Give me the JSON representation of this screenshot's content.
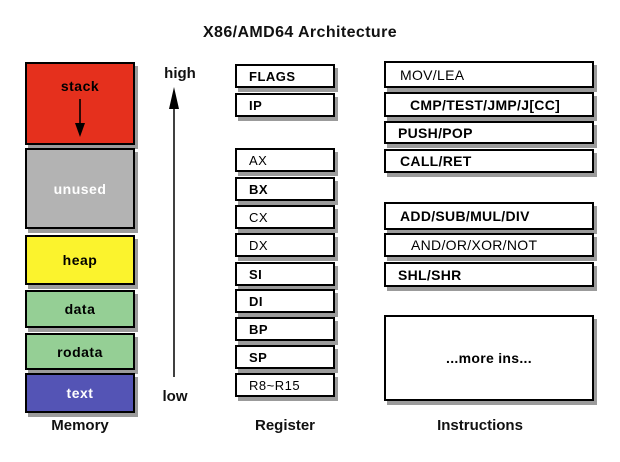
{
  "title": "X86/AMD64 Architecture",
  "memory": {
    "caption": "Memory",
    "segments": [
      {
        "label": "stack",
        "color": "#e5301d",
        "text_color": "#000000"
      },
      {
        "label": "unused",
        "color": "#b3b3b3",
        "text_color": "#ffffff"
      },
      {
        "label": "heap",
        "color": "#fbf32d",
        "text_color": "#000000"
      },
      {
        "label": "data",
        "color": "#95cf95",
        "text_color": "#000000"
      },
      {
        "label": "rodata",
        "color": "#95cf95",
        "text_color": "#000000"
      },
      {
        "label": "text",
        "color": "#5454b5",
        "text_color": "#ffffff"
      }
    ]
  },
  "axis": {
    "high_label": "high",
    "low_label": "low",
    "arrow_color": "#000000"
  },
  "registers": {
    "caption": "Register",
    "items": [
      {
        "label": "FLAGS"
      },
      {
        "label": "IP"
      },
      {
        "label": "AX"
      },
      {
        "label": "BX"
      },
      {
        "label": "CX"
      },
      {
        "label": "DX"
      },
      {
        "label": "SI"
      },
      {
        "label": "DI"
      },
      {
        "label": "BP"
      },
      {
        "label": "SP"
      },
      {
        "label": "R8~R15"
      }
    ]
  },
  "instructions": {
    "caption": "Instructions",
    "items": [
      {
        "label": "MOV/LEA"
      },
      {
        "label": "CMP/TEST/JMP/J[CC]"
      },
      {
        "label": "PUSH/POP"
      },
      {
        "label": "CALL/RET"
      },
      {
        "label": "ADD/SUB/MUL/DIV"
      },
      {
        "label": "AND/OR/XOR/NOT"
      },
      {
        "label": "SHL/SHR"
      }
    ],
    "more_label": "...more ins..."
  },
  "colors": {
    "background": "#ffffff",
    "box_border": "#000000",
    "box_shadow": "#9b9b9b",
    "stack_red": "#e5301d",
    "unused_gray": "#b3b3b3",
    "heap_yellow": "#fbf32d",
    "data_green": "#95cf95",
    "text_blue": "#5454b5"
  }
}
